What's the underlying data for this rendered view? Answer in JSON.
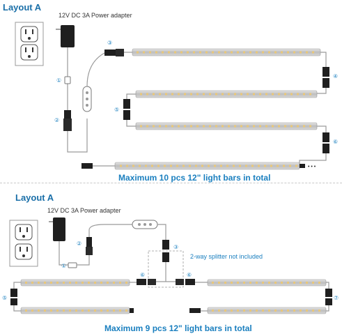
{
  "panels": [
    {
      "title": "Layout A",
      "adapter_label": "12V DC 3A Power adapter",
      "caption": "Maximum 10 pcs 12\" light bars in total",
      "markers": [
        "①",
        "②",
        "③",
        "④",
        "⑤",
        "⑥"
      ],
      "continuation": "• • •"
    },
    {
      "title": "Layout A",
      "adapter_label": "12V DC 3A Power adapter",
      "caption": "Maximum 9 pcs 12\" light bars in total",
      "splitter_note": "2-way splitter not included",
      "markers": [
        "①",
        "②",
        "③",
        "⑥",
        "⑥",
        "⑤",
        "⑦"
      ]
    }
  ],
  "colors": {
    "accent": "#1a7fbf",
    "bar_body": "#c9c9c9",
    "led": "#e9c779",
    "connector": "#1f1f1f"
  }
}
